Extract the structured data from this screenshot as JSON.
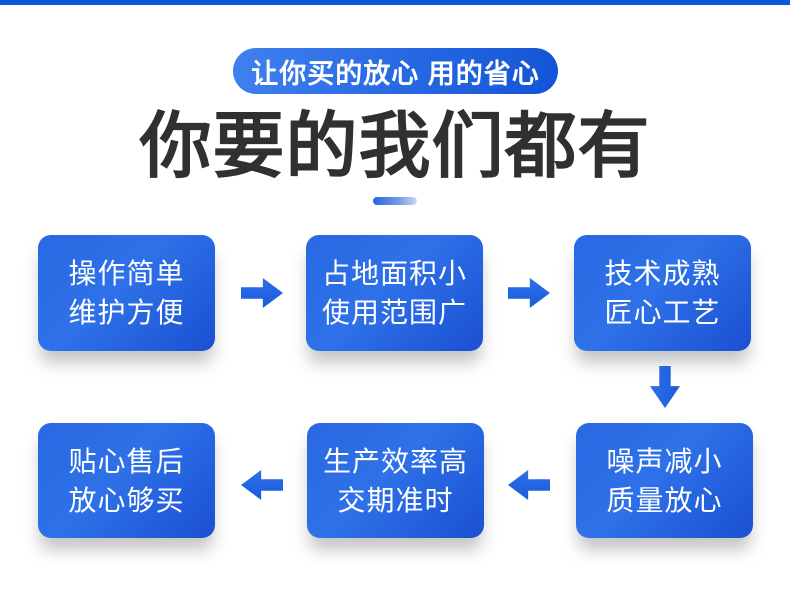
{
  "banner": {
    "text": "让你买的放心 用的省心"
  },
  "heading": {
    "text": "你要的我们都有"
  },
  "flow": {
    "boxes": [
      {
        "lines": [
          "操作简单",
          "维护方便"
        ]
      },
      {
        "lines": [
          "占地面积小",
          "使用范围广"
        ]
      },
      {
        "lines": [
          "技术成熟",
          "匠心工艺"
        ]
      },
      {
        "lines": [
          "噪声减小",
          "质量放心"
        ]
      },
      {
        "lines": [
          "生产效率高",
          "交期准时"
        ]
      },
      {
        "lines": [
          "贴心售后",
          "放心够买"
        ]
      }
    ],
    "arrows": [
      {
        "from": 1,
        "to": 2,
        "direction": "right"
      },
      {
        "from": 2,
        "to": 3,
        "direction": "right"
      },
      {
        "from": 3,
        "to": 4,
        "direction": "down"
      },
      {
        "from": 4,
        "to": 5,
        "direction": "left"
      },
      {
        "from": 5,
        "to": 6,
        "direction": "left"
      }
    ]
  },
  "colors": {
    "top_bar": "#0b57dd",
    "pill_gradient_start": "#4080ee",
    "pill_gradient_end": "#1254d6",
    "heading_text": "#303030",
    "box_gradient_start": "#2968e2",
    "box_gradient_end": "#1a50d2",
    "arrow_blue": "#1d60e0",
    "dash_gradient_start": "#2a63da",
    "dash_gradient_end": "#ccd9f6",
    "box_text": "#ffffff",
    "background": "#ffffff"
  }
}
